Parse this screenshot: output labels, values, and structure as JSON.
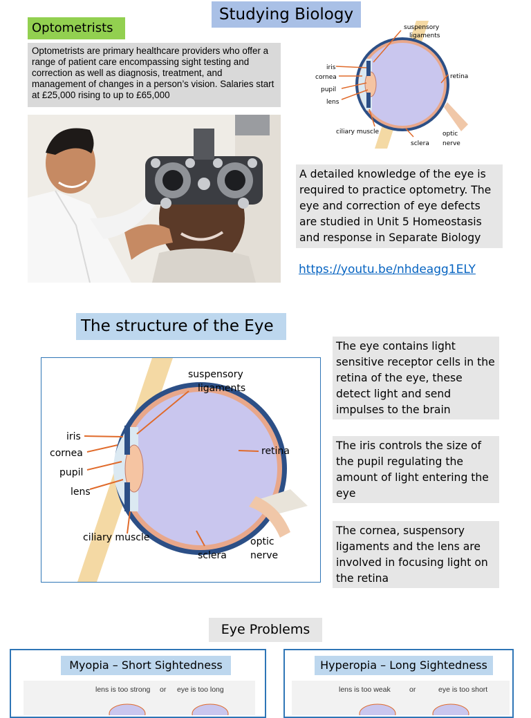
{
  "header": {
    "title": "Studying Biology"
  },
  "intro": {
    "label": "Optometrists",
    "text": "Optometrists are primary healthcare providers who offer a range of patient care encompassing sight testing and correction as well as diagnosis, treatment, and management of changes in a person’s vision. Salaries start at £25,000 rising to up to £65,000"
  },
  "diagram_labels": {
    "suspensory": "suspensory",
    "ligaments": "ligaments",
    "iris": "iris",
    "cornea": "cornea",
    "pupil": "pupil",
    "lens": "lens",
    "ciliary": "ciliary muscle",
    "sclera": "sclera",
    "retina": "retina",
    "optic": "optic",
    "nerve": "nerve"
  },
  "knowledge_text": "A detailed knowledge of the eye is required to practice optometry. The eye and correction of eye defects are studied in Unit 5 Homeostasis and response in Separate Biology",
  "video_link": "https://youtu.be/nhdeagg1ELY",
  "structure": {
    "title": "The structure of the Eye",
    "facts": [
      "The eye contains light sensitive receptor cells in the retina of the eye, these detect light and send impulses to the brain",
      "The iris controls the size of the pupil regulating the amount of light entering the eye",
      "The cornea, suspensory ligaments and the lens are involved in focusing light on the retina"
    ]
  },
  "problems": {
    "title": "Eye Problems",
    "myopia": {
      "label": "Myopia – Short Sightedness",
      "cause1": "lens is too strong",
      "or": "or",
      "cause2": "eye is too long"
    },
    "hyperopia": {
      "label": "Hyperopia – Long Sightedness",
      "cause1": "lens is too weak",
      "or": "or",
      "cause2": "eye is too short"
    }
  }
}
